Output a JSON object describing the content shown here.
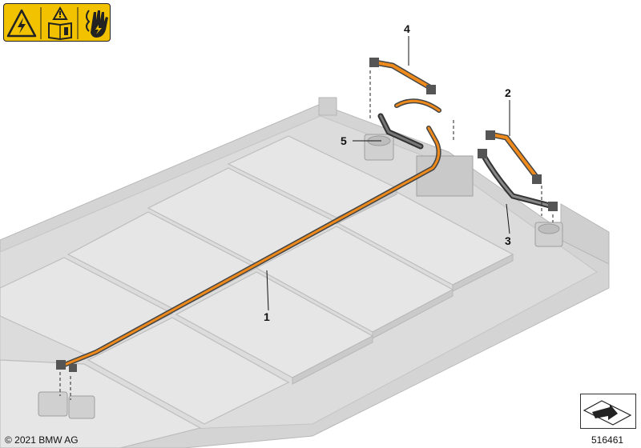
{
  "callouts": {
    "c1": "1",
    "c2": "2",
    "c3": "3",
    "c4": "4",
    "c5": "5"
  },
  "footer": {
    "copyright": "© 2021 BMW AG",
    "doc_number": "516461"
  },
  "icons": {
    "warning_panel": [
      "high-voltage-warning-icon",
      "read-manual-icon",
      "no-touch-hand-icon"
    ],
    "navigation": "direction-arrow-icon"
  },
  "colors": {
    "cable_orange": "#ee8a1c",
    "cable_dark": "#444444",
    "warning_yellow": "#f2c200",
    "housing_gray": "#d8d8d8"
  }
}
